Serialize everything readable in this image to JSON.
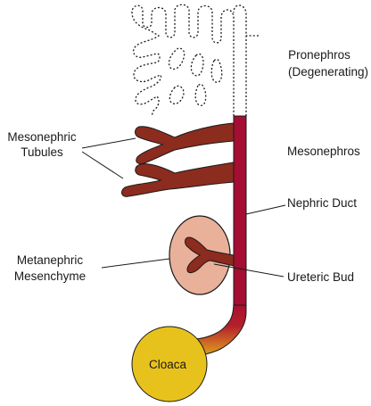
{
  "labels": {
    "pronephros_line1": "Pronephros",
    "pronephros_line2": "(Degenerating)",
    "mesonephros": "Mesonephros",
    "nephric_duct": "Nephric Duct",
    "ureteric_bud": "Ureteric Bud",
    "mesonephric_tubules_line1": "Mesonephric",
    "mesonephric_tubules_line2": "Tubules",
    "metanephric_line1": "Metanephric",
    "metanephric_line2": "Mesenchyme",
    "cloaca": "Cloaca"
  },
  "colors": {
    "duct": "#a50d32",
    "tubule": "#8b2c1e",
    "mesenchyme": "#e9b09a",
    "cloaca": "#e8c21c",
    "outline": "#1a1a1a",
    "label_text": "#1a1a1a"
  }
}
